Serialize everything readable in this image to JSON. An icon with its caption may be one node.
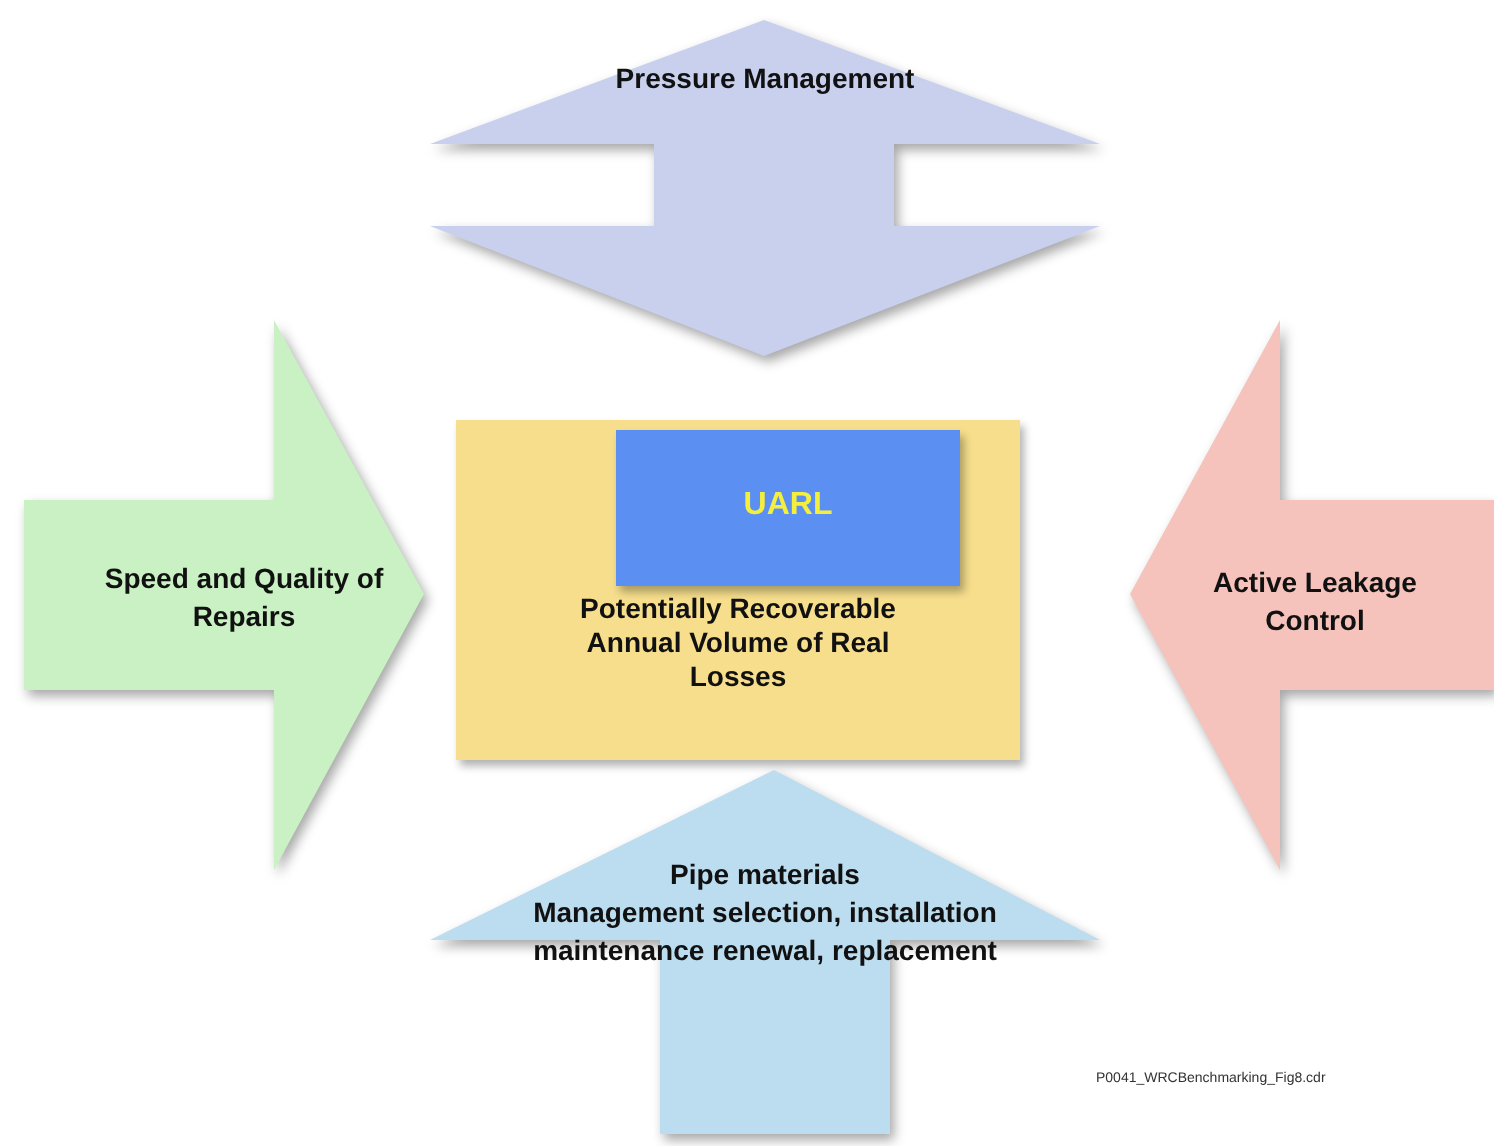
{
  "diagram": {
    "nodes": [
      {
        "text": [
          "Pressure Management"
        ]
      },
      {
        "text": [
          "Speed and Quality of Repairs"
        ]
      },
      {
        "text": [
          "Potentially Recoverable Annual Volume of Real Losses"
        ]
      },
      {
        "text": [
          "UARL"
        ],
        "in": 2
      },
      {
        "text": [
          "Active Leakage Control"
        ]
      },
      {
        "text": [
          "Pipe materials",
          "Management selection, installation maintenance renewal, replacement"
        ]
      }
    ],
    "labels": [
      "P0041_WRCBenchmarking_Fig8.cdr"
    ]
  }
}
